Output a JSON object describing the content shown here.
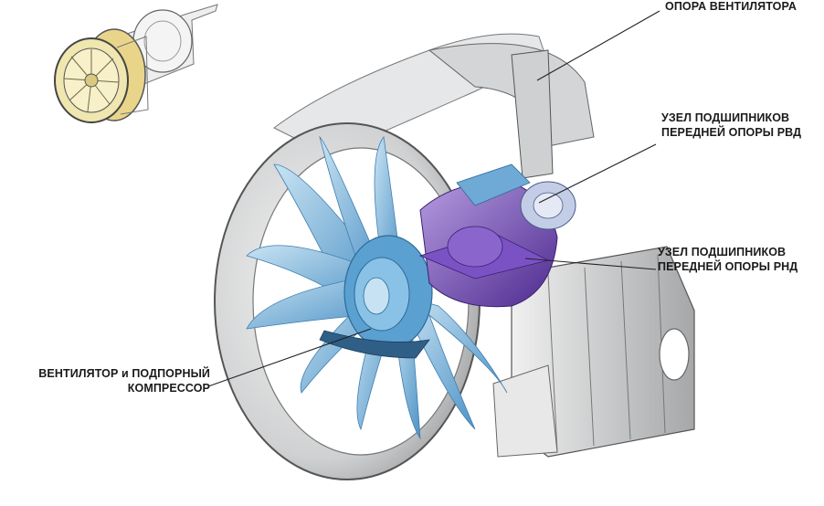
{
  "labels": {
    "fan_support": "ОПОРА ВЕНТИЛЯТОРА",
    "hpc_front_bearing": [
      "УЗЕЛ ПОДШИПНИКОВ",
      "ПЕРЕДНЕЙ ОПОРЫ РВД"
    ],
    "lpc_front_bearing": [
      "УЗЕЛ ПОДШИПНИКОВ",
      "ПЕРЕДНЕЙ ОПОРЫ РНД"
    ],
    "fan_and_booster": [
      "ВЕНТИЛЯТОР и ПОДПОРНЫЙ",
      "КОМПРЕССОР"
    ]
  },
  "colors": {
    "background": "#ffffff",
    "casing": "#d9dadb",
    "casing_shadow": "#9c9ea0",
    "fan_blade": "#7ab8df",
    "fan_blade_light": "#b6d9ee",
    "bearing_core": "#6a3fb0",
    "bearing_light": "#9a7ad0",
    "hub_blue": "#5aa0d0",
    "inset_fan": "#efe6b0",
    "leader_line": "#222222"
  }
}
